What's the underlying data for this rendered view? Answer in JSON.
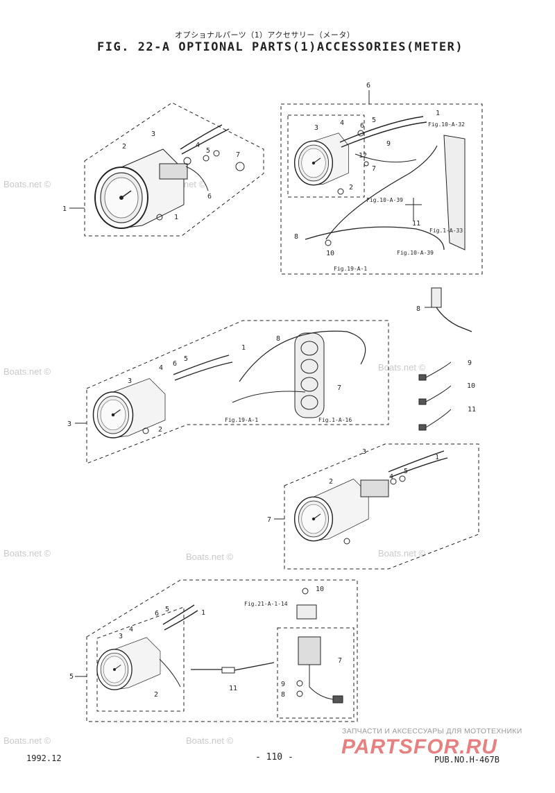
{
  "header": {
    "jp_title": "オプショナルパーツ（1）アクセサリー（メータ）",
    "title": "FIG. 22-A OPTIONAL PARTS(1)ACCESSORIES(METER)"
  },
  "footer": {
    "date": "1992.12",
    "page": "- 110 -",
    "pub_no": "PUB.NO.H-467B",
    "site_line": "ЗАПЧАСТИ И АКСЕССУАРЫ ДЛЯ МОТОТЕХНИКИ",
    "site_logo": "PARTSFOR.RU"
  },
  "watermark": "Boats.net ©",
  "callouts": {
    "group1": [
      "1",
      "2",
      "3",
      "4",
      "5",
      "6",
      "7",
      "1"
    ],
    "group6": [
      "6",
      "1",
      "2",
      "3",
      "4",
      "5",
      "6",
      "7",
      "9",
      "12",
      "8",
      "10",
      "11"
    ],
    "group6_refs": [
      "Fig.10-A-32",
      "Fig.10-A-39",
      "Fig.1-A-33",
      "Fig.10-A-39",
      "Fig.19-A-1"
    ],
    "loose": [
      "8",
      "9",
      "10",
      "11"
    ],
    "group3": [
      "3",
      "1",
      "8",
      "3",
      "4",
      "6",
      "5",
      "7",
      "2"
    ],
    "group3_refs": [
      "Fig.19-A-1",
      "Fig.1-A-16"
    ],
    "group7": [
      "7",
      "3",
      "2",
      "4",
      "5",
      "1"
    ],
    "group5": [
      "5",
      "1",
      "3",
      "4",
      "6",
      "5",
      "2",
      "10",
      "7",
      "9",
      "8",
      "11"
    ],
    "group5_refs": [
      "Fig.21-A-1-14"
    ]
  }
}
